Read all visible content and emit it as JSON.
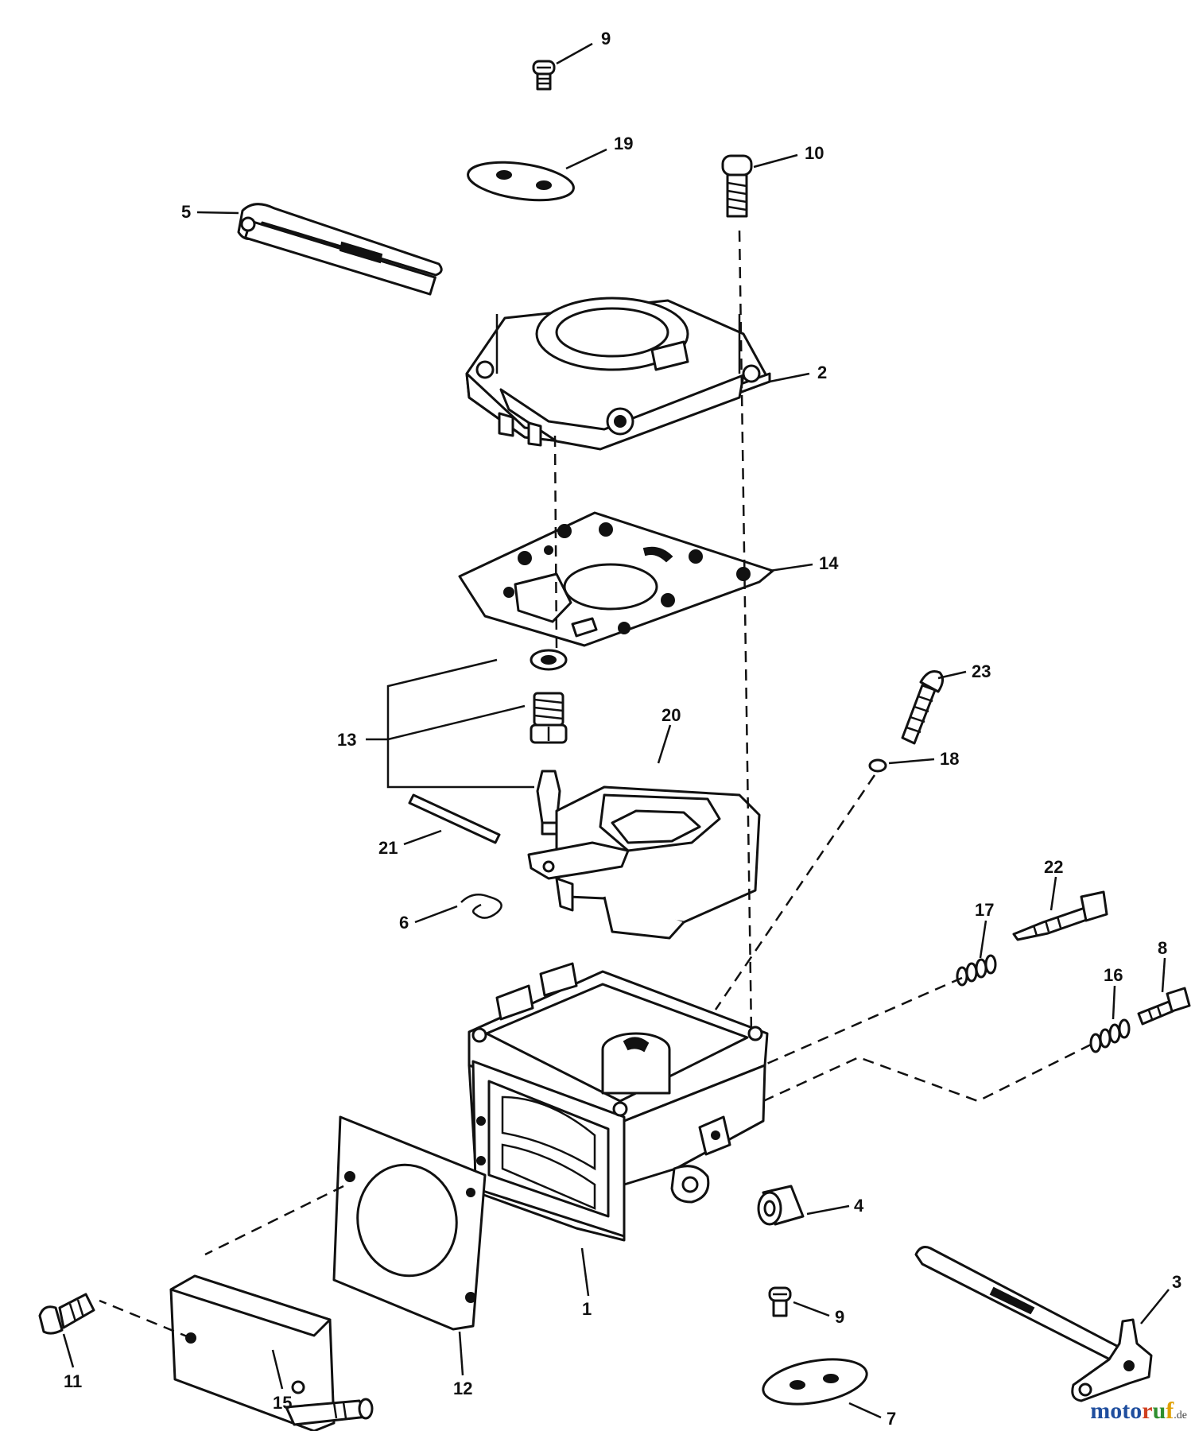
{
  "callouts": [
    {
      "id": "c9a",
      "text": "9"
    },
    {
      "id": "c19",
      "text": "19"
    },
    {
      "id": "c10",
      "text": "10"
    },
    {
      "id": "c5",
      "text": "5"
    },
    {
      "id": "c2",
      "text": "2"
    },
    {
      "id": "c14",
      "text": "14"
    },
    {
      "id": "c23",
      "text": "23"
    },
    {
      "id": "c13",
      "text": "13"
    },
    {
      "id": "c20",
      "text": "20"
    },
    {
      "id": "c18",
      "text": "18"
    },
    {
      "id": "c21",
      "text": "21"
    },
    {
      "id": "c6",
      "text": "6"
    },
    {
      "id": "c22",
      "text": "22"
    },
    {
      "id": "c17",
      "text": "17"
    },
    {
      "id": "c8",
      "text": "8"
    },
    {
      "id": "c16",
      "text": "16"
    },
    {
      "id": "c4",
      "text": "4"
    },
    {
      "id": "c1",
      "text": "1"
    },
    {
      "id": "c12",
      "text": "12"
    },
    {
      "id": "c3",
      "text": "3"
    },
    {
      "id": "c9b",
      "text": "9"
    },
    {
      "id": "c11",
      "text": "11"
    },
    {
      "id": "c15",
      "text": "15"
    },
    {
      "id": "c7",
      "text": "7"
    }
  ],
  "watermark": {
    "letters": [
      {
        "char": "m",
        "color": "#1f4e9e"
      },
      {
        "char": "o",
        "color": "#1f4e9e"
      },
      {
        "char": "t",
        "color": "#1f4e9e"
      },
      {
        "char": "o",
        "color": "#1f4e9e"
      },
      {
        "char": "r",
        "color": "#d04020"
      },
      {
        "char": "u",
        "color": "#2f8f2f"
      },
      {
        "char": "f",
        "color": "#e0a000"
      }
    ],
    "ext": ".de"
  }
}
